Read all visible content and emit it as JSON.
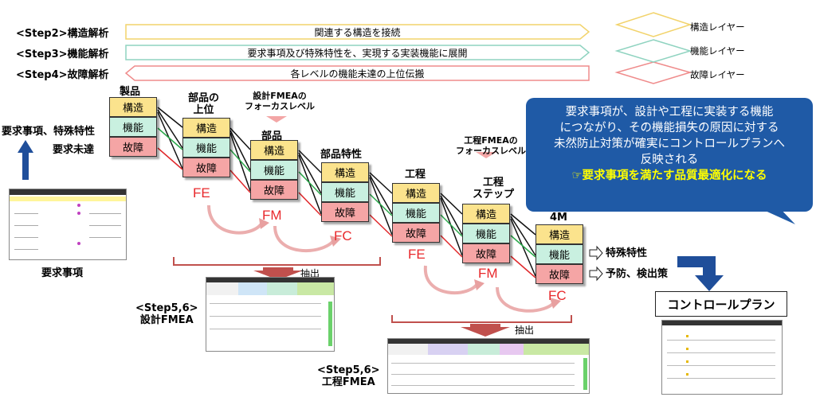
{
  "steps": [
    {
      "label": "<Step2>構造解析",
      "desc": "関連する構造を接続",
      "color": "#f2d36b"
    },
    {
      "label": "<Step3>機能解析",
      "desc": "要求事項及び特殊特性を、実現する実装機能に展開",
      "color": "#8fd3c0"
    },
    {
      "label": "<Step4>故障解析",
      "desc": "各レベルの機能未達の上位伝搬",
      "color": "#ef8b8b"
    }
  ],
  "legend": {
    "structure": "構造レイヤー",
    "function": "機能レイヤー",
    "failure": "故障レイヤー"
  },
  "cells": {
    "structure": "構造",
    "function": "機能",
    "failure": "故障"
  },
  "levels": {
    "product": "製品",
    "parent_part": "部品の\n上位",
    "part": "部品",
    "part_char": "部品特性",
    "process": "工程",
    "process_step": "工程\nステップ",
    "m4": "4M"
  },
  "left": {
    "req_special": "要求事項、特殊特性",
    "req_unmet": "要求未達",
    "req_caption": "要求事項"
  },
  "focus": {
    "design": "設計FMEAの\nフォーカスレベル",
    "process": "工程FMEAの\nフォーカスレベル"
  },
  "fe_fm_fc": {
    "fe1": "FE",
    "fm1": "FM",
    "fc1": "FC",
    "fe2": "FE",
    "fm2": "FM",
    "fc2": "FC"
  },
  "extract": {
    "label1": "抽出",
    "label2": "抽出"
  },
  "captions": {
    "design_fmea": "<Step5,6>\n設計FMEA",
    "process_fmea": "<Step5,6>\n工程FMEA"
  },
  "right": {
    "special": "特殊特性",
    "prevent": "予防、検出策",
    "control_plan": "コントロールプラン"
  },
  "callout": {
    "text": "要求事項が、設計や工程に実装する機能\nにつながり、その機能損失の原因に対する\n未然防止対策が確実にコントロールプランへ\n反映される",
    "emphasis": "☞要求事項を満たす品質最適化になる"
  }
}
